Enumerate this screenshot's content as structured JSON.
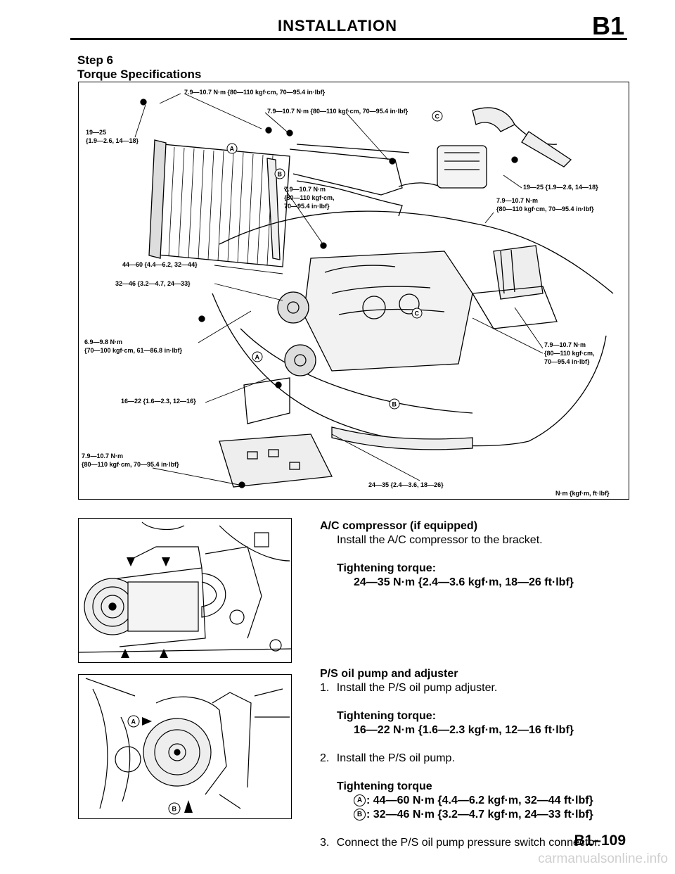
{
  "header": {
    "title": "INSTALLATION",
    "section_code": "B1"
  },
  "step": {
    "label": "Step 6",
    "subtitle": "Torque Specifications"
  },
  "main_figure": {
    "labels": {
      "t1": "7.9—10.7 N·m {80—110 kgf·cm, 70—95.4 in·lbf}",
      "t2": "7.9—10.7 N·m {80—110 kgf·cm, 70—95.4 in·lbf}",
      "t3a": "19—25",
      "t3b": "{1.9—2.6, 14—18}",
      "t4a": "7.9—10.7 N·m",
      "t4b": "{80—110 kgf·cm,",
      "t4c": "70—95.4 in·lbf}",
      "t5": "19—25 {1.9—2.6, 14—18}",
      "t6a": "7.9—10.7 N·m",
      "t6b": "{80—110 kgf·cm, 70—95.4 in·lbf}",
      "t7": "44—60 {4.4—6.2, 32—44}",
      "t8": "32—46 {3.2—4.7, 24—33}",
      "t9a": "6.9—9.8 N·m",
      "t9b": "{70—100 kgf·cm, 61—86.8 in·lbf}",
      "t10a": "7.9—10.7 N·m",
      "t10b": "{80—110 kgf·cm,",
      "t10c": "70—95.4 in·lbf}",
      "t11": "16—22 {1.6—2.3, 12—16}",
      "t12a": "7.9—10.7 N·m",
      "t12b": "{80—110 kgf·cm, 70—95.4 in·lbf}",
      "t13": "24—35 {2.4—3.6, 18—26}",
      "units": "N·m {kgf·m, ft·lbf}",
      "callout_a": "A",
      "callout_b": "B",
      "callout_c": "C"
    }
  },
  "ac_section": {
    "heading": "A/C compressor (if equipped)",
    "instruction": "Install the A/C compressor to the bracket.",
    "torque_label": "Tightening torque:",
    "torque_value": "24—35 N·m {2.4—3.6 kgf·m, 18—26 ft·lbf}"
  },
  "ps_section": {
    "heading": "P/S oil pump and adjuster",
    "step1_num": "1.",
    "step1": "Install the P/S oil pump adjuster.",
    "step1_torque_label": "Tightening torque:",
    "step1_torque_value": "16—22 N·m {1.6—2.3 kgf·m, 12—16 ft·lbf}",
    "step2_num": "2.",
    "step2": "Install the P/S oil pump.",
    "step2_torque_label": "Tightening torque",
    "step2_a_mark": "A",
    "step2_a_value": ": 44—60 N·m {4.4—6.2 kgf·m, 32—44 ft·lbf}",
    "step2_b_mark": "B",
    "step2_b_value": ": 32—46 N·m {3.2—4.7 kgf·m, 24—33 ft·lbf}",
    "step3_num": "3.",
    "step3": "Connect the P/S oil pump pressure switch connector."
  },
  "footer": {
    "page_number": "B1–109",
    "watermark": "carmanualsonline.info"
  }
}
